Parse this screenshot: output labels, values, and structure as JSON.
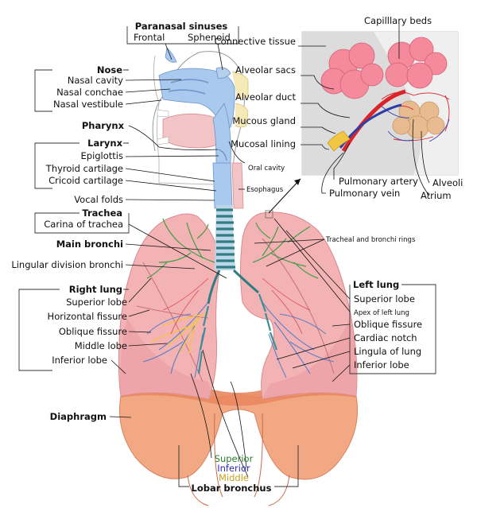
{
  "labels": {
    "paranasal_sinuses": "Paranasal sinuses",
    "frontal": "Frontal",
    "sphenoid": "Sphenoid",
    "nose": "Nose",
    "nasal_cavity": "Nasal cavity",
    "nasal_conchae": "Nasal conchae",
    "nasal_vestibule": "Nasal vestibule",
    "pharynx": "Pharynx",
    "larynx": "Larynx",
    "epiglottis": "Epiglottis",
    "thyroid_cartilage": "Thyroid cartilage",
    "cricoid_cartilage": "Cricoid cartilage",
    "vocal_folds": "Vocal folds",
    "trachea": "Trachea",
    "carina": "Carina of trachea",
    "main_bronchi": "Main bronchi",
    "lingular_division": "Lingular division bronchi",
    "right_lung": "Right lung",
    "superior_lobe_r": "Superior lobe",
    "horizontal_fissure": "Horizontal fissure",
    "oblique_fissure_r": "Oblique fissure",
    "middle_lobe": "Middle lobe",
    "inferior_lobe_r": "Inferior lobe",
    "diaphragm": "Diaphragm",
    "oral_cavity": "Oral cavity",
    "esophagus": "Esophagus",
    "tracheal_rings": "Tracheal and bronchi rings",
    "left_lung": "Left lung",
    "superior_lobe_l": "Superior lobe",
    "apex_left": "Apex of left lung",
    "oblique_fissure_l": "Oblique fissure",
    "cardiac_notch": "Cardiac notch",
    "lingula": "Lingula of lung",
    "inferior_lobe_l": "Inferior lobe",
    "capillary_beds": "Capilllary beds",
    "connective_tissue": "Connective tissue",
    "alveolar_sacs": "Alveolar sacs",
    "alveolar_duct": "Alveolar duct",
    "mucous_gland": "Mucous gland",
    "mucosal_lining": "Mucosal lining",
    "pulmonary_artery": "Pulmonary artery",
    "pulmonary_vein": "Pulmonary vein",
    "alveoli": "Alveoli",
    "atrium": "Atrium",
    "lobar_superior": "Superior",
    "lobar_inferior": "Inferior",
    "lobar_middle": "Middle",
    "lobar_bronchus": "Lobar bronchus"
  },
  "colors": {
    "lung_fill": "#f3b2b4",
    "lung_edge": "#d98a8e",
    "diaphragm": "#f09a78",
    "nasal": "#a9c9ee",
    "trachea": "#3d8e92",
    "bronchi_green": "#2e9a3c",
    "bronchi_blue": "#4d79c9",
    "bronchi_yellow": "#f2c641",
    "vessel_red": "#d9242b",
    "alveoli_pink": "#f48a9b",
    "lobar_superior": "#2e7d2e",
    "lobar_inferior": "#2a2ab0",
    "lobar_middle": "#c8a020"
  }
}
